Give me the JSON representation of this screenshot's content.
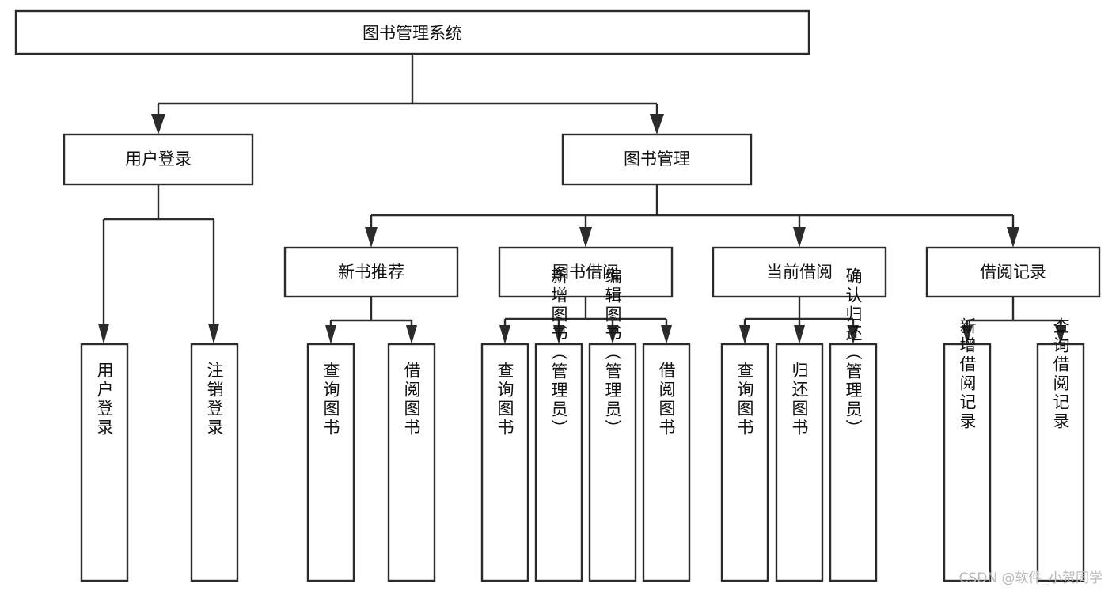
{
  "diagram": {
    "type": "tree-hierarchy",
    "title": "图书管理系统",
    "watermark": "CSDN @软件_小贺同学",
    "colors": {
      "stroke": "#2b2b2b",
      "fill": "#ffffff",
      "text": "#111111",
      "watermark": "#b9b9b9",
      "background": "#ffffff"
    },
    "levels": {
      "root": "图书管理系统",
      "level2": [
        "用户登录",
        "图书管理"
      ],
      "level3": [
        "新书推荐",
        "图书借阅",
        "当前借阅",
        "借阅记录"
      ]
    },
    "nodes": {
      "root": {
        "label": "图书管理系统"
      },
      "user_login": {
        "label": "用户登录"
      },
      "book_manage": {
        "label": "图书管理"
      },
      "new_book_rec": {
        "label": "新书推荐"
      },
      "book_borrow": {
        "label": "图书借阅"
      },
      "current_borrow": {
        "label": "当前借阅"
      },
      "borrow_record": {
        "label": "借阅记录"
      },
      "leaf_1": {
        "label": "用户登录"
      },
      "leaf_2": {
        "label": "注销登录"
      },
      "leaf_3": {
        "label": "查询图书"
      },
      "leaf_4": {
        "label": "借阅图书"
      },
      "leaf_5": {
        "label": "查询图书"
      },
      "leaf_6": {
        "label": "新增图书（管理员）"
      },
      "leaf_7": {
        "label": "编辑图书（管理员）"
      },
      "leaf_8": {
        "label": "借阅图书"
      },
      "leaf_9": {
        "label": "查询图书"
      },
      "leaf_10": {
        "label": "归还图书"
      },
      "leaf_11": {
        "label": "确认归还（管理员）"
      },
      "leaf_12": {
        "label": "新增借阅记录"
      },
      "leaf_13": {
        "label": "查询借阅记录"
      }
    },
    "edges": [
      {
        "from": "root",
        "to": "user_login"
      },
      {
        "from": "root",
        "to": "book_manage"
      },
      {
        "from": "user_login",
        "to": "leaf_1"
      },
      {
        "from": "user_login",
        "to": "leaf_2"
      },
      {
        "from": "book_manage",
        "to": "new_book_rec"
      },
      {
        "from": "book_manage",
        "to": "book_borrow"
      },
      {
        "from": "book_manage",
        "to": "current_borrow"
      },
      {
        "from": "book_manage",
        "to": "borrow_record"
      },
      {
        "from": "new_book_rec",
        "to": "leaf_3"
      },
      {
        "from": "new_book_rec",
        "to": "leaf_4"
      },
      {
        "from": "book_borrow",
        "to": "leaf_5"
      },
      {
        "from": "book_borrow",
        "to": "leaf_6"
      },
      {
        "from": "book_borrow",
        "to": "leaf_7"
      },
      {
        "from": "book_borrow",
        "to": "leaf_8"
      },
      {
        "from": "current_borrow",
        "to": "leaf_9"
      },
      {
        "from": "current_borrow",
        "to": "leaf_10"
      },
      {
        "from": "current_borrow",
        "to": "leaf_11"
      },
      {
        "from": "borrow_record",
        "to": "leaf_12"
      },
      {
        "from": "borrow_record",
        "to": "leaf_13"
      }
    ]
  }
}
